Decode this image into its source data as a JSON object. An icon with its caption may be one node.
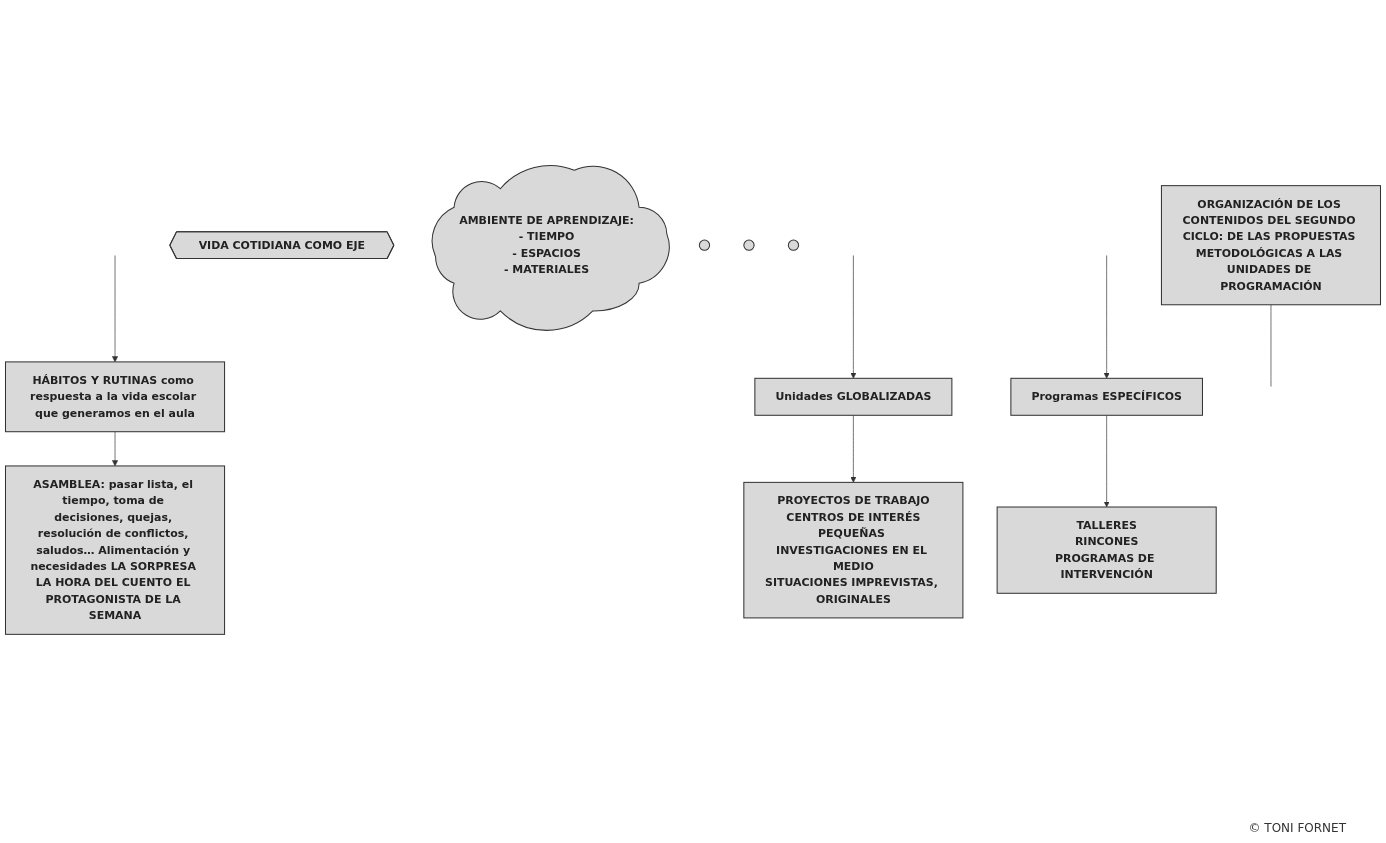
{
  "diagram": {
    "nodes": [
      {
        "text": [
          "ORGANIZACIÓN DE LOS CONTENIDOS DEL SEGUNDO CICLO: DE LAS PROPUESTAS METODOLÓGICAS A LAS UNIDADES DE PROGRAMACIÓN"
        ]
      },
      {
        "text": [
          "HÁBITOS Y RUTINAS como respuesta a la vida escolar que generamos en el aula"
        ]
      },
      {
        "text": [
          "Unidades GLOBALIZADAS"
        ]
      },
      {
        "text": [
          "Programas ESPECÍFICOS"
        ]
      },
      {
        "text": [
          "VIDA COTIDIANA COMO EJE"
        ]
      },
      {
        "text": [
          "ASAMBLEA: pasar lista, el tiempo, toma de decisiones, quejas, resolución de conflictos, saludos… Alimentación y necesidades LA SORPRESA LA HORA DEL CUENTO EL PROTAGONISTA DE LA SEMANA"
        ]
      },
      {
        "text": [
          "PROYECTOS DE TRABAJO",
          "CENTROS DE INTERÉS",
          "PEQUEÑAS INVESTIGACIONES EN EL MEDIO",
          "SITUACIONES IMPREVISTAS, ORIGINALES"
        ]
      },
      {
        "text": [
          "TALLERES",
          "RINCONES",
          "PROGRAMAS DE INTERVENCIÓN"
        ]
      },
      {
        "text": [
          "AMBIENTE DE APRENDIZAJE:",
          "- TIEMPO",
          "- ESPACIOS",
          "- MATERIALES"
        ]
      },
      {
        "text": [],
        "shape": "ellipse"
      },
      {
        "text": [],
        "shape": "ellipse"
      },
      {
        "text": [],
        "shape": "ellipse"
      }
    ],
    "edges": [
      {
        "from": 0,
        "to": null,
        "arrow": "none"
      },
      {
        "from": null,
        "to": 1,
        "arrow": "to"
      },
      {
        "from": null,
        "to": 2,
        "arrow": "to"
      },
      {
        "from": null,
        "to": 3,
        "arrow": "to"
      },
      {
        "from": 1,
        "to": 5,
        "arrow": "to"
      },
      {
        "from": 2,
        "to": 6,
        "arrow": "to"
      },
      {
        "from": 3,
        "to": 7,
        "arrow": "to"
      }
    ],
    "labels": [
      "© TONI FORNET"
    ]
  }
}
